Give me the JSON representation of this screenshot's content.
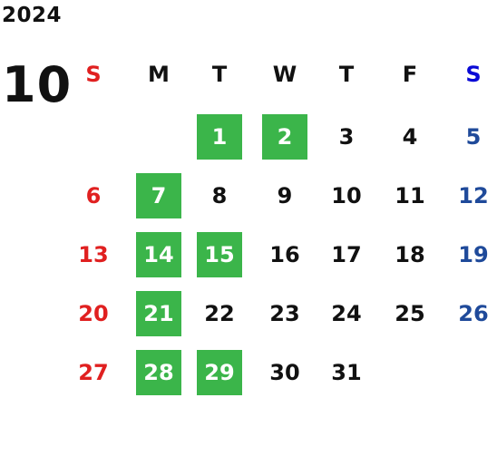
{
  "calendar": {
    "year": "2024",
    "month": "10",
    "weekdays": [
      "S",
      "M",
      "T",
      "W",
      "T",
      "F",
      "S"
    ],
    "first_weekday_index": 2,
    "days_in_month": 31,
    "highlighted_days": [
      1,
      2,
      7,
      14,
      15,
      21,
      28,
      29
    ],
    "colors": {
      "highlight": "#3bb54a",
      "sunday": "#e02020",
      "saturday_header": "#0a0ad6",
      "saturday_numbers": "#1f4a9a",
      "default": "#111111"
    }
  }
}
